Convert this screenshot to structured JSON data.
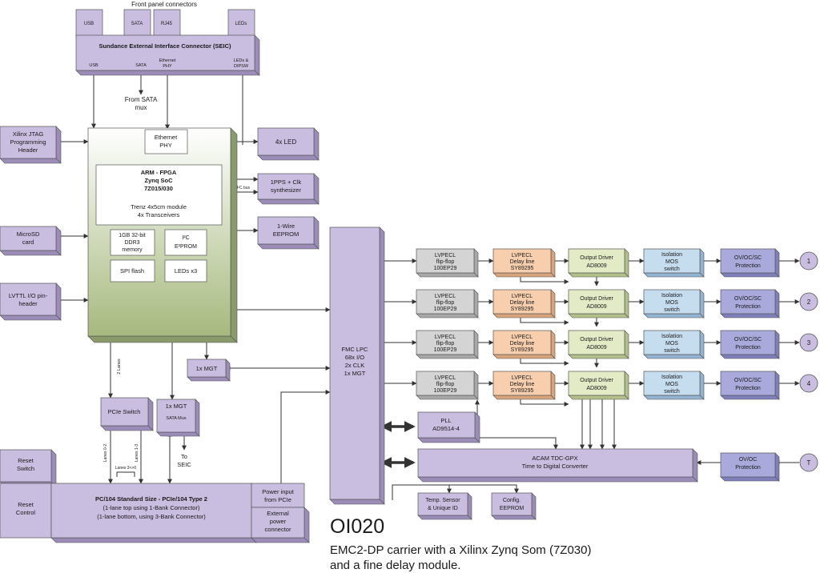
{
  "colors": {
    "purple": "#c9bde0",
    "purple_side": "#9b8cb8",
    "gray": "#d4d4d4",
    "gray_side": "#a8a8a8",
    "orange": "#f8cfae",
    "orange_side": "#d8a47c",
    "green": "#e2ebc6",
    "green_side": "#b2c08a",
    "blue": "#c6dcef",
    "blue_side": "#93b3d2",
    "indigo": "#a9a9dc",
    "indigo_side": "#7f7fbc",
    "line": "#333333"
  },
  "texts": {
    "front_panel": "Front panel connectors",
    "usb_top": "USB",
    "sata_top": "SATA",
    "rj45_top": "RJ45",
    "leds_top": "LEDs",
    "seic": "Sundance External Interface Connector (SEIC)",
    "seic_usb": "USB",
    "seic_sata": "SATA",
    "seic_eth_1": "Ethernet",
    "seic_eth_2": "PHY",
    "seic_leds_1": "LEDs &",
    "seic_leds_2": "DIPSW",
    "from_sata_1": "From SATA",
    "from_sata_2": "mux",
    "jtag_1": "Xilinx JTAG",
    "jtag_2": "Programming",
    "jtag_3": "Header",
    "microsd_1": "MicroSD",
    "microsd_2": "card",
    "lvttl_1": "LVTTL I/O pin-",
    "lvttl_2": "header",
    "eth_phy_1": "Ethernet",
    "eth_phy_2": "PHY",
    "arm_1": "ARM - FPGA",
    "arm_2": "Zynq SoC",
    "arm_3": "7Z015/030",
    "arm_4": "Trenz 4x5cm module",
    "arm_5": "4x Transceivers",
    "ddr_1": "1GB 32-bit",
    "ddr_2": "DDR3",
    "ddr_3": "memory",
    "eeprom_1": "I²C",
    "eeprom_2": "E²PROM",
    "spi": "SPI flash",
    "ledsx3": "LEDs x3",
    "led4x": "4x LED",
    "pps_1": "1PPS + Clk",
    "pps_2": "synthesizer",
    "i2c_bus": "I²C bus",
    "onewire_1": "1-Wire",
    "onewire_2": "EEPROM",
    "lanes2": "2 Lanes",
    "mgt_left": "1x MGT",
    "pcie_switch": "PCIe Switch",
    "mgt_mid": "1x MGT",
    "sata_mux": "SATA Mux",
    "to_seic_1": "To",
    "to_seic_2": "SEIC",
    "lanes02": "Lanes 0-2",
    "lanes13": "Lanes 1-3",
    "lanes3": "Lanes 3<>0",
    "reset_switch_1": "Reset",
    "reset_switch_2": "Switch",
    "reset_control_1": "Reset",
    "reset_control_2": "Control",
    "pc104_1": "PC/104 Standard Size -  PCIe/104 Type 2",
    "pc104_2": "(1-lane top using 1-Bank Connector)",
    "pc104_3": "(1-lane bottom, using 3-Bank Connector)",
    "power_pcie_1": "Power input",
    "power_pcie_2": "from PCIe",
    "ext_power_1": "External",
    "ext_power_2": "power",
    "ext_power_3": "connector",
    "fmc_1": "FMC LPC",
    "fmc_2": "68x I/O",
    "fmc_3": "2x CLK",
    "fmc_4": "1x MGT",
    "ff_1": "LVPECL",
    "ff_2": "flip-flop",
    "ff_3": "100EP29",
    "dl_1": "LVPECL",
    "dl_2": "Delay line",
    "dl_3": "SY89295",
    "od_1": "Output Driver",
    "od_2": "AD8009",
    "iso_1": "Isolation",
    "iso_2": "MOS",
    "iso_3": "switch",
    "ov_1": "OV/OC/SC",
    "ov_2": "Protection",
    "pll_1": "PLL",
    "pll_2": "AD9514-4",
    "tdc_1": "ACAM TDC-GPX",
    "tdc_2": "Time to Digital Converter",
    "ovoc_1": "OV/OC",
    "ovoc_2": "Protection",
    "temp_1": "Temp. Sensor",
    "temp_2": "& Unique ID",
    "cfg_1": "Config.",
    "cfg_2": "EEPROM",
    "out_1": "1",
    "out_2": "2",
    "out_3": "3",
    "out_4": "4",
    "out_t": "T"
  },
  "title": "OI020",
  "subtitle_1": "EMC2-DP carrier with a Xilinx Zynq Som (7Z030)",
  "subtitle_2": "and a fine delay module."
}
